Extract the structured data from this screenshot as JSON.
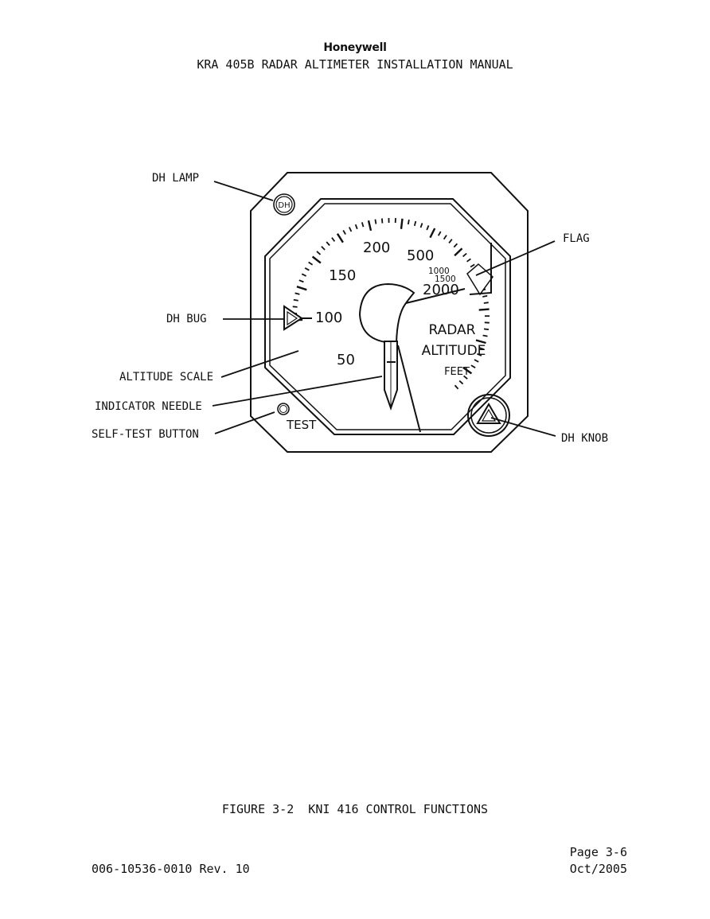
{
  "header": {
    "brand": "Honeywell",
    "title": "KRA 405B RADAR ALTIMETER INSTALLATION MANUAL"
  },
  "diagram": {
    "callouts": {
      "dh_lamp": "DH LAMP",
      "dh_bug": "DH BUG",
      "altitude_scale": "ALTITUDE SCALE",
      "indicator_needle": "INDICATOR NEEDLE",
      "self_test_button": "SELF-TEST BUTTON",
      "flag": "FLAG",
      "dh_knob": "DH KNOB"
    },
    "instrument": {
      "lamp_label": "DH",
      "test_label": "TEST",
      "face_line1": "RADAR",
      "face_line2": "ALTITUDE",
      "face_line3": "FEET",
      "scale_labels": [
        "50",
        "100",
        "150",
        "200",
        "500",
        "1000",
        "1500",
        "2000"
      ]
    }
  },
  "caption": "FIGURE 3-2  KNI 416 CONTROL FUNCTIONS",
  "footer": {
    "doc_number": "006-10536-0010 Rev. 10",
    "page": "Page 3-6",
    "date": "Oct/2005"
  }
}
